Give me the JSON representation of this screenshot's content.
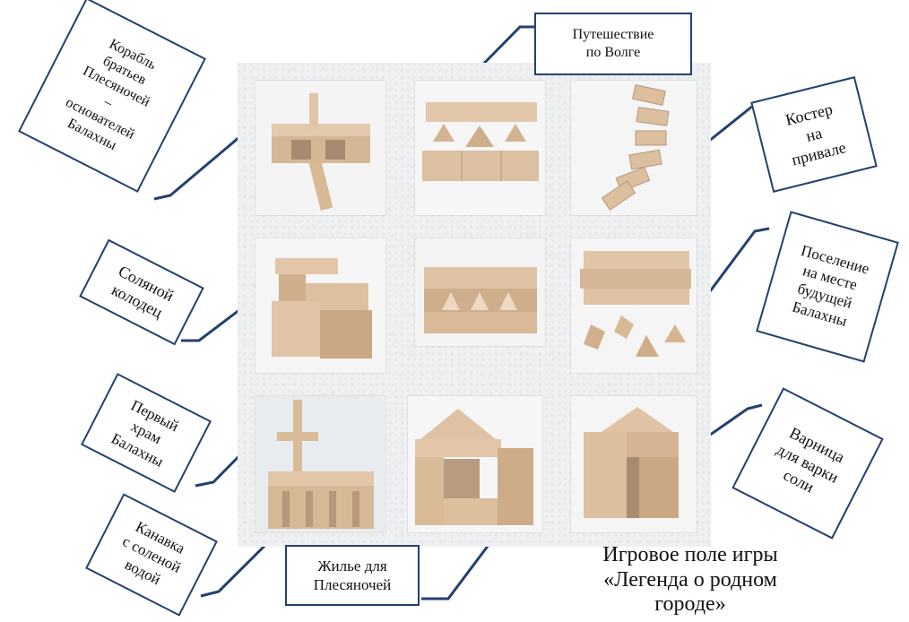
{
  "title_lines": [
    "Игровое  поле игры",
    "«Легенда   о родном",
    "городе»"
  ],
  "callouts": {
    "ship": "Корабль\nбратьев\nПлесяночей\n–\nоснователей\nБалахны",
    "volga": "Путешествие\nпо Волге",
    "fire": "Костер\nна\nпривале",
    "well": "Соляной\nколодец",
    "settlement": "Поселение\nна месте\nбудущей\nБалахны",
    "temple": "Первый\nхрам\nБалахны",
    "canal": "Канавка\nс соленой\nводой",
    "housing": "Жилье для\nПлесяночей",
    "saltworks": "Варница\nдля варки\nсоли"
  },
  "colors": {
    "frame": "#24406e",
    "wood": "#dcc1a4",
    "wood_dark": "#b8977a",
    "wood_light": "#ecd9c4"
  }
}
